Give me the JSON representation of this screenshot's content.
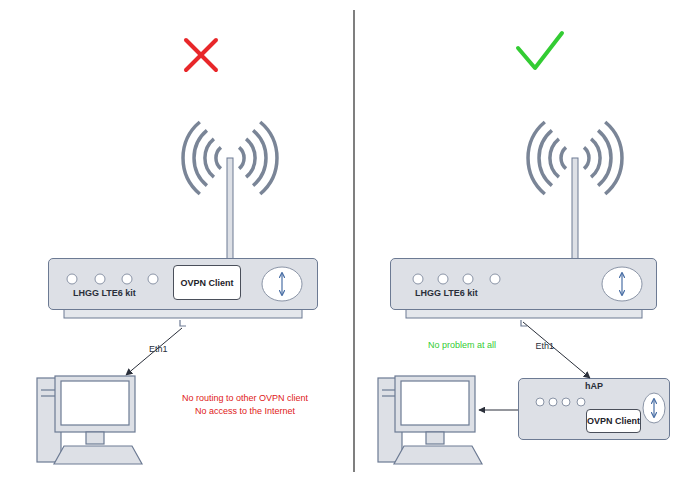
{
  "diagram": {
    "nodes": [
      {
        "text": [
          "LHGG LTE6 kit"
        ]
      },
      {
        "text": [
          "OVPN Client"
        ],
        "in": 0
      },
      {
        "text": [
          "LHGG LTE6 kit"
        ]
      },
      {
        "text": [
          "hAP"
        ]
      },
      {
        "text": [
          "OVPN Client"
        ],
        "in": 3
      }
    ],
    "edges": [
      {
        "from": 2,
        "to": 3,
        "arrow": "to",
        "label": "Eth1"
      }
    ],
    "labels": [
      "Eth1",
      "No routing to other OVPN client",
      "No access to the Internet",
      "No problem at all"
    ]
  }
}
